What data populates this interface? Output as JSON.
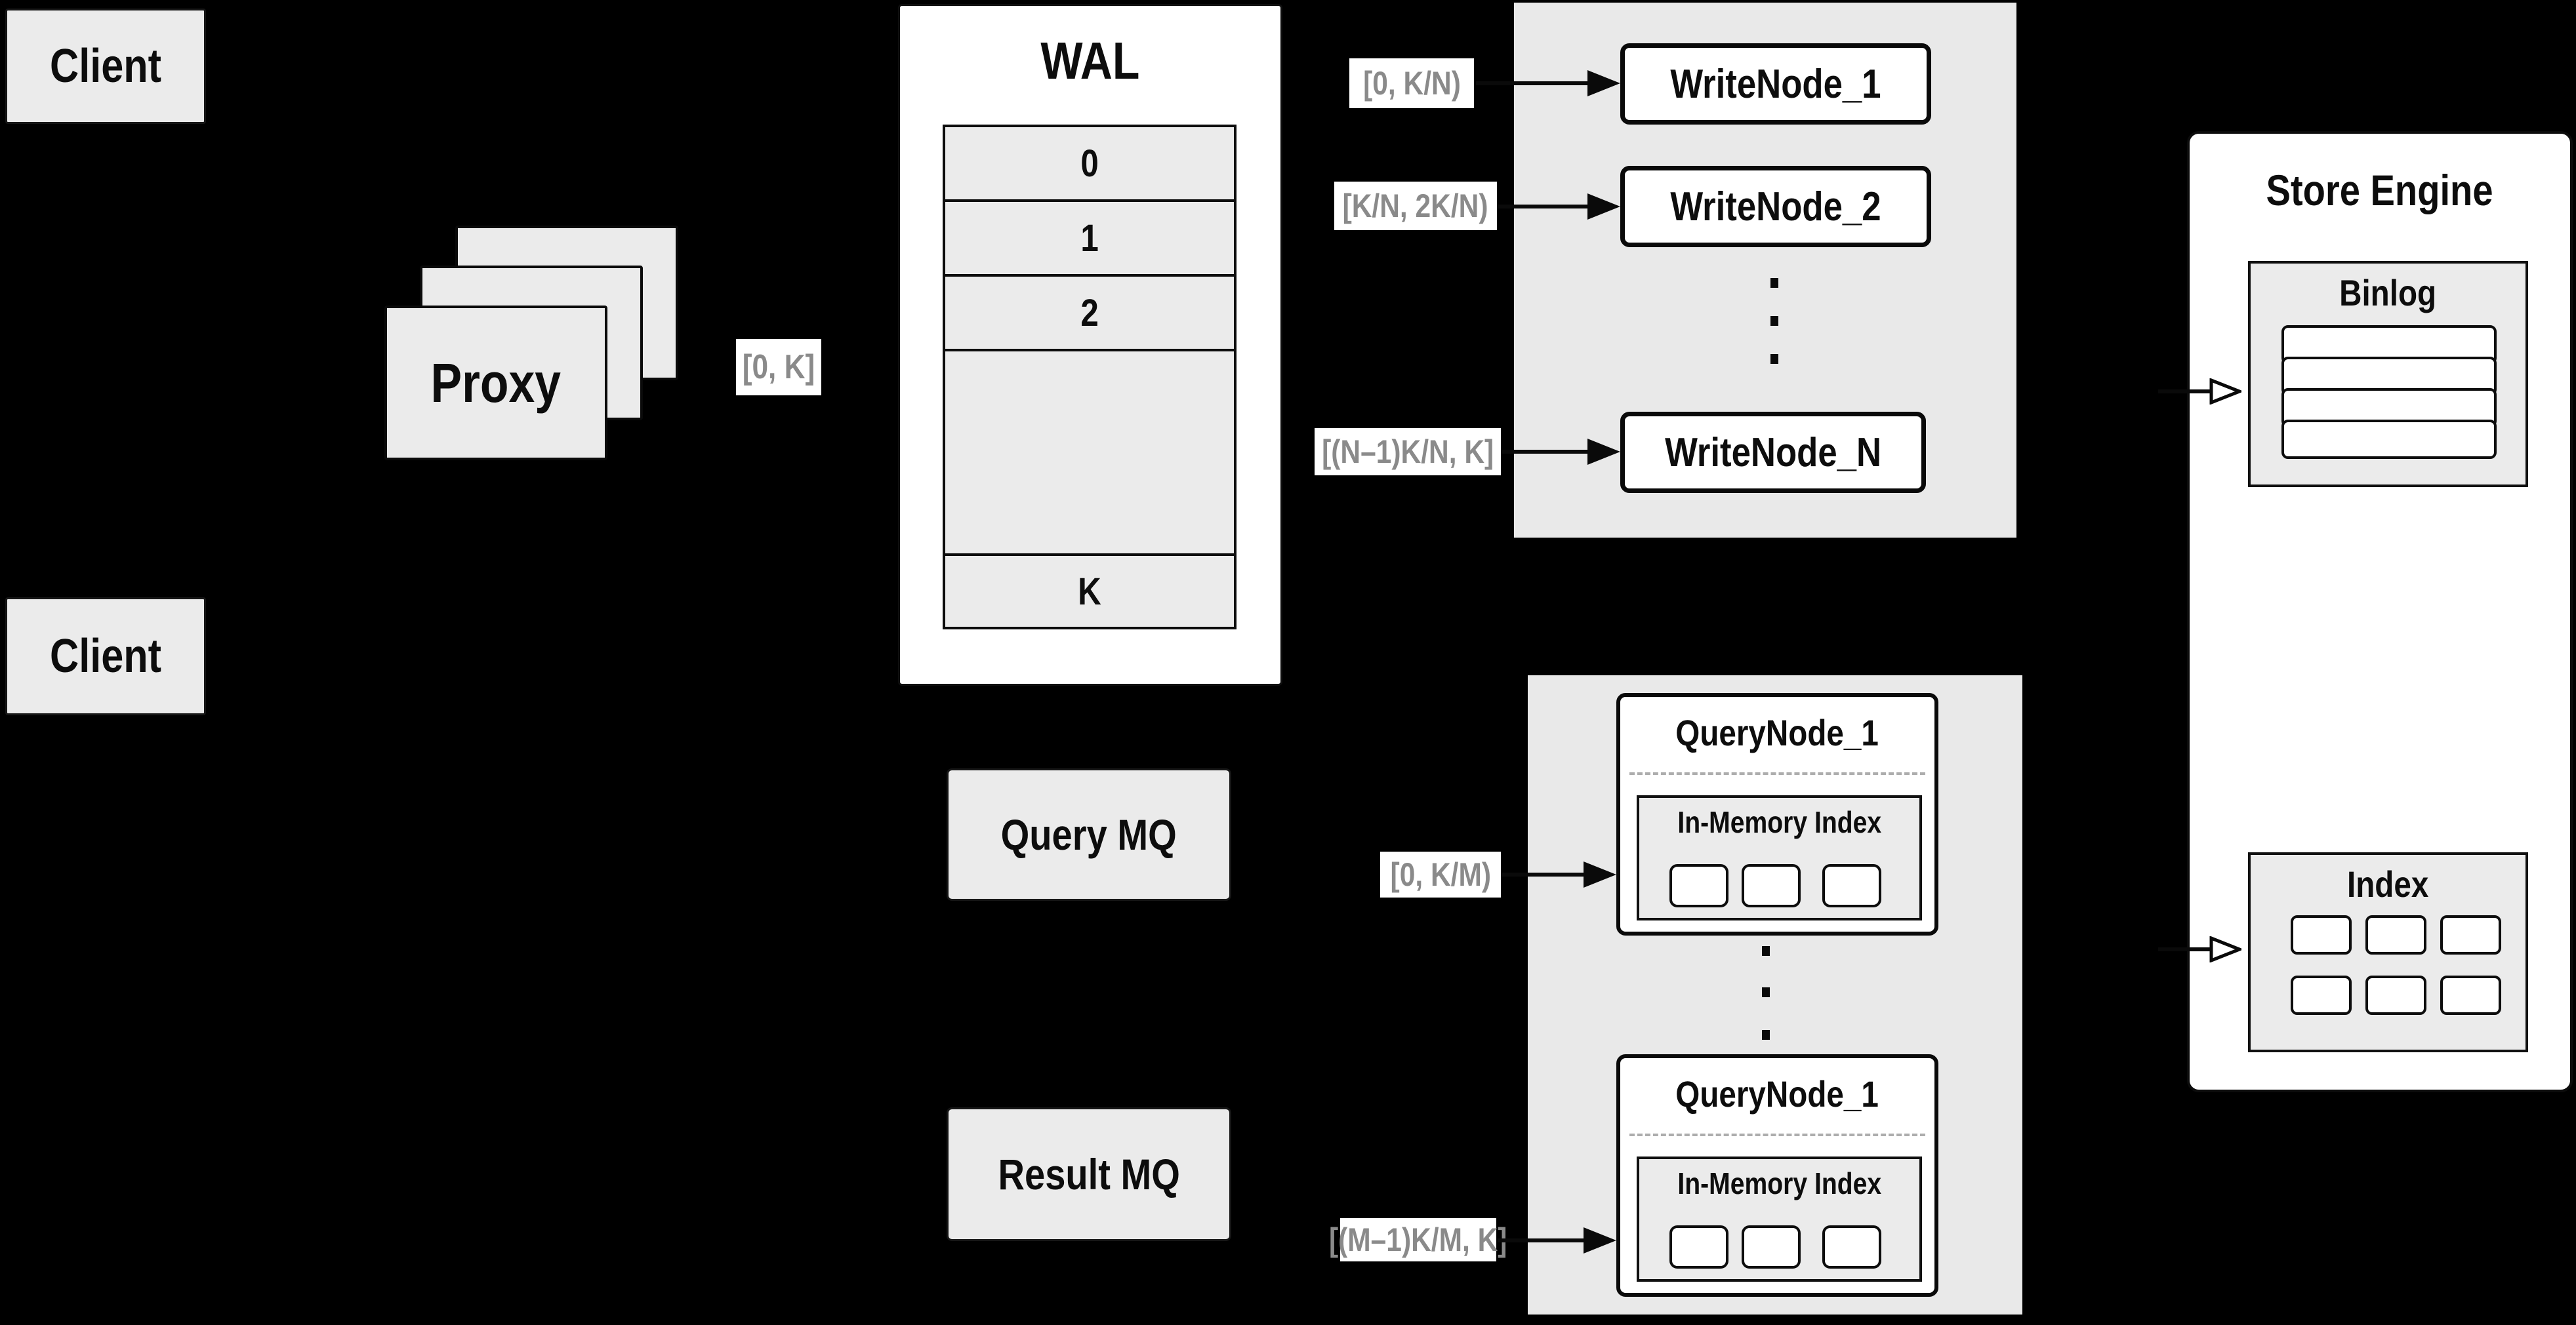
{
  "clients": {
    "top_label": "Client",
    "bottom_label": "Client"
  },
  "proxy": {
    "label": "Proxy"
  },
  "ranges": {
    "full": "[0, K]"
  },
  "wal": {
    "title": "WAL",
    "rows": [
      "0",
      "1",
      "2"
    ],
    "last_row": "K"
  },
  "write": {
    "nodes": [
      "WriteNode_1",
      "WriteNode_2",
      "WriteNode_N"
    ],
    "ranges": [
      "[0, K/N)",
      "[K/N, 2K/N)",
      "[(N–1)K/N, K]"
    ]
  },
  "query": {
    "nodes": [
      {
        "title": "QueryNode_1",
        "inner_title": "In-Memory Index"
      },
      {
        "title": "QueryNode_1",
        "inner_title": "In-Memory Index"
      }
    ],
    "ranges": [
      "[0, K/M)",
      "[(M–1)K/M, K]"
    ]
  },
  "mq": {
    "query_label": "Query MQ",
    "result_label": "Result MQ"
  },
  "store": {
    "title": "Store Engine",
    "binlog_title": "Binlog",
    "index_title": "Index"
  },
  "colors": {
    "background": "#000000",
    "box_gray": "#ebebeb",
    "cluster_gray": "#e9e9e9",
    "white": "#ffffff",
    "border": "#0d0d0d",
    "range_text": "#8a8a8a"
  }
}
